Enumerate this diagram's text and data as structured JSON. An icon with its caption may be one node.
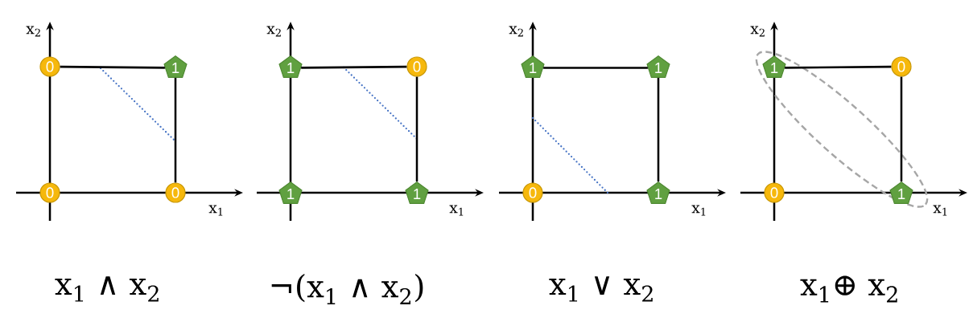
{
  "diagram": {
    "nodes": [
      {
        "text": [
          "0"
        ]
      },
      {
        "text": [
          "1"
        ]
      },
      {
        "text": [
          "0"
        ]
      },
      {
        "text": [
          "0"
        ]
      },
      {
        "text": [
          "1"
        ]
      },
      {
        "text": [
          "0"
        ]
      },
      {
        "text": [
          "1"
        ]
      },
      {
        "text": [
          "1"
        ]
      },
      {
        "text": [
          "1"
        ]
      },
      {
        "text": [
          "1"
        ]
      },
      {
        "text": [
          "0"
        ]
      },
      {
        "text": [
          "1"
        ]
      },
      {
        "text": [
          "1"
        ]
      },
      {
        "text": [
          "0"
        ]
      },
      {
        "text": [
          "0"
        ]
      },
      {
        "text": [
          "1"
        ]
      }
    ],
    "edges": [
      {
        "from": 0,
        "to": 1,
        "arrow": "none"
      },
      {
        "from": 1,
        "to": 3,
        "arrow": "none"
      },
      {
        "from": 4,
        "to": 5,
        "arrow": "none"
      },
      {
        "from": 5,
        "to": 7,
        "arrow": "none"
      },
      {
        "from": 8,
        "to": 9,
        "arrow": "none"
      },
      {
        "from": 9,
        "to": 11,
        "arrow": "none"
      },
      {
        "from": 12,
        "to": 13,
        "arrow": "none"
      },
      {
        "from": 13,
        "to": 15,
        "arrow": "none"
      }
    ],
    "labels": [
      "x$_{2}$",
      "x$_{1}$",
      "x$_{2}$",
      "x$_{1}$",
      "x$_{2}$",
      "x$_{1}$",
      "x$_{2}$",
      "x$_{1}$",
      "x$_{1}$ ∧ x$_{2}$",
      "¬(x$_{1}$ ∧ x$_{2}$)",
      "x$_{1}$ ∨ x$_{2}$",
      "x$_{1}$⊕ x$_{2}$"
    ]
  }
}
